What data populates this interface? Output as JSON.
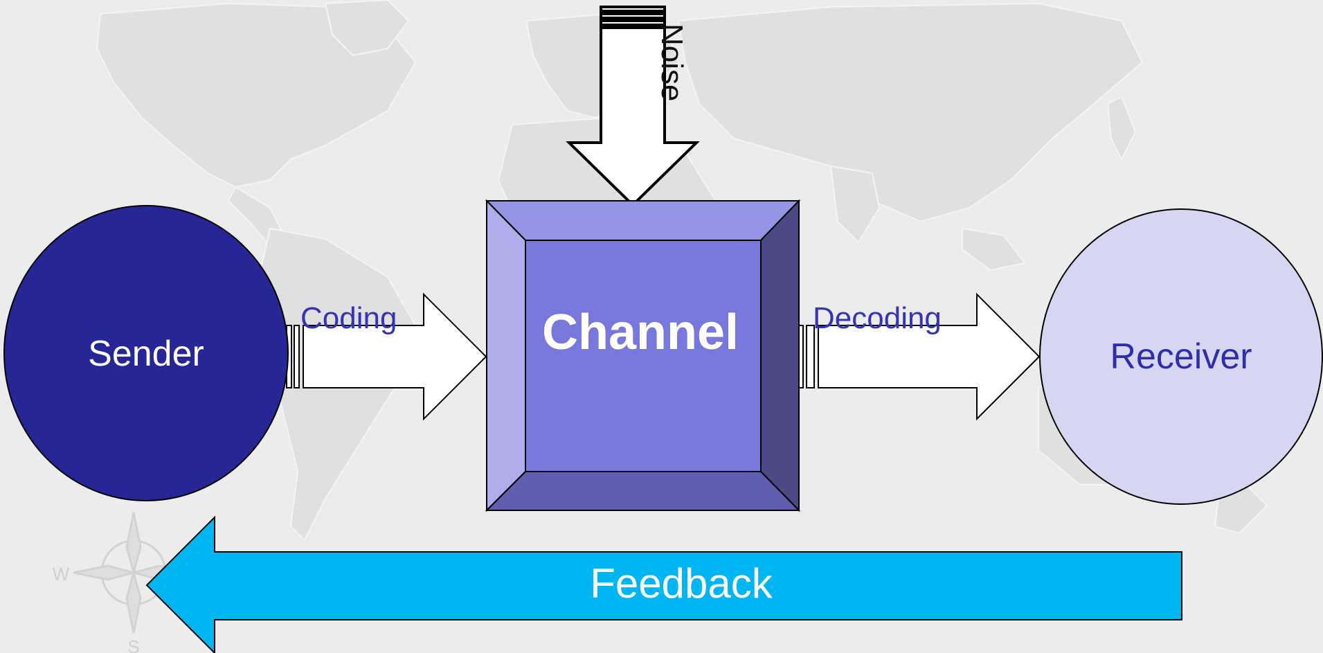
{
  "diagram": {
    "sender": "Sender",
    "receiver": "Receiver",
    "channel": "Channel",
    "coding": "Coding",
    "decoding": "Decoding",
    "noise": "Noise",
    "feedback": "Feedback"
  },
  "compass": {
    "west": "W",
    "south": "S"
  },
  "colors": {
    "sender_fill": "#262696",
    "receiver_fill": "#d6d6f2",
    "receiver_text": "#2e2eaa",
    "channel_face": "#7878dc",
    "channel_top": "#9494e4",
    "channel_left": "#aeaeea",
    "channel_right": "#4a4a86",
    "channel_bottom": "#5e5eb0",
    "label_blue": "#3434b4",
    "feedback_fill": "#00b6f2",
    "arrow_fill": "#ffffff",
    "map_land": "#e1e1e1"
  }
}
